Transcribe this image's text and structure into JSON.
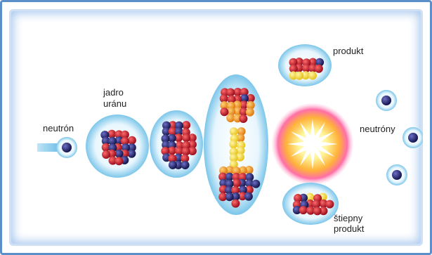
{
  "labels": {
    "neutron": "neutrón",
    "nucleus_line1": "jadro",
    "nucleus_line2": "uránu",
    "product": "produkt",
    "neutrons": "neutróny",
    "fission_line1": "štiepny",
    "fission_line2": "produkt"
  },
  "colors": {
    "halo": "#9fd6f0",
    "proton": "#c0182a",
    "neutron": "#2a2a6e",
    "hot1": "#f6a21a",
    "hot2": "#f7e12b",
    "frame": "#5b8fc9"
  },
  "icons": {
    "flash": "explosion-flash-icon"
  }
}
